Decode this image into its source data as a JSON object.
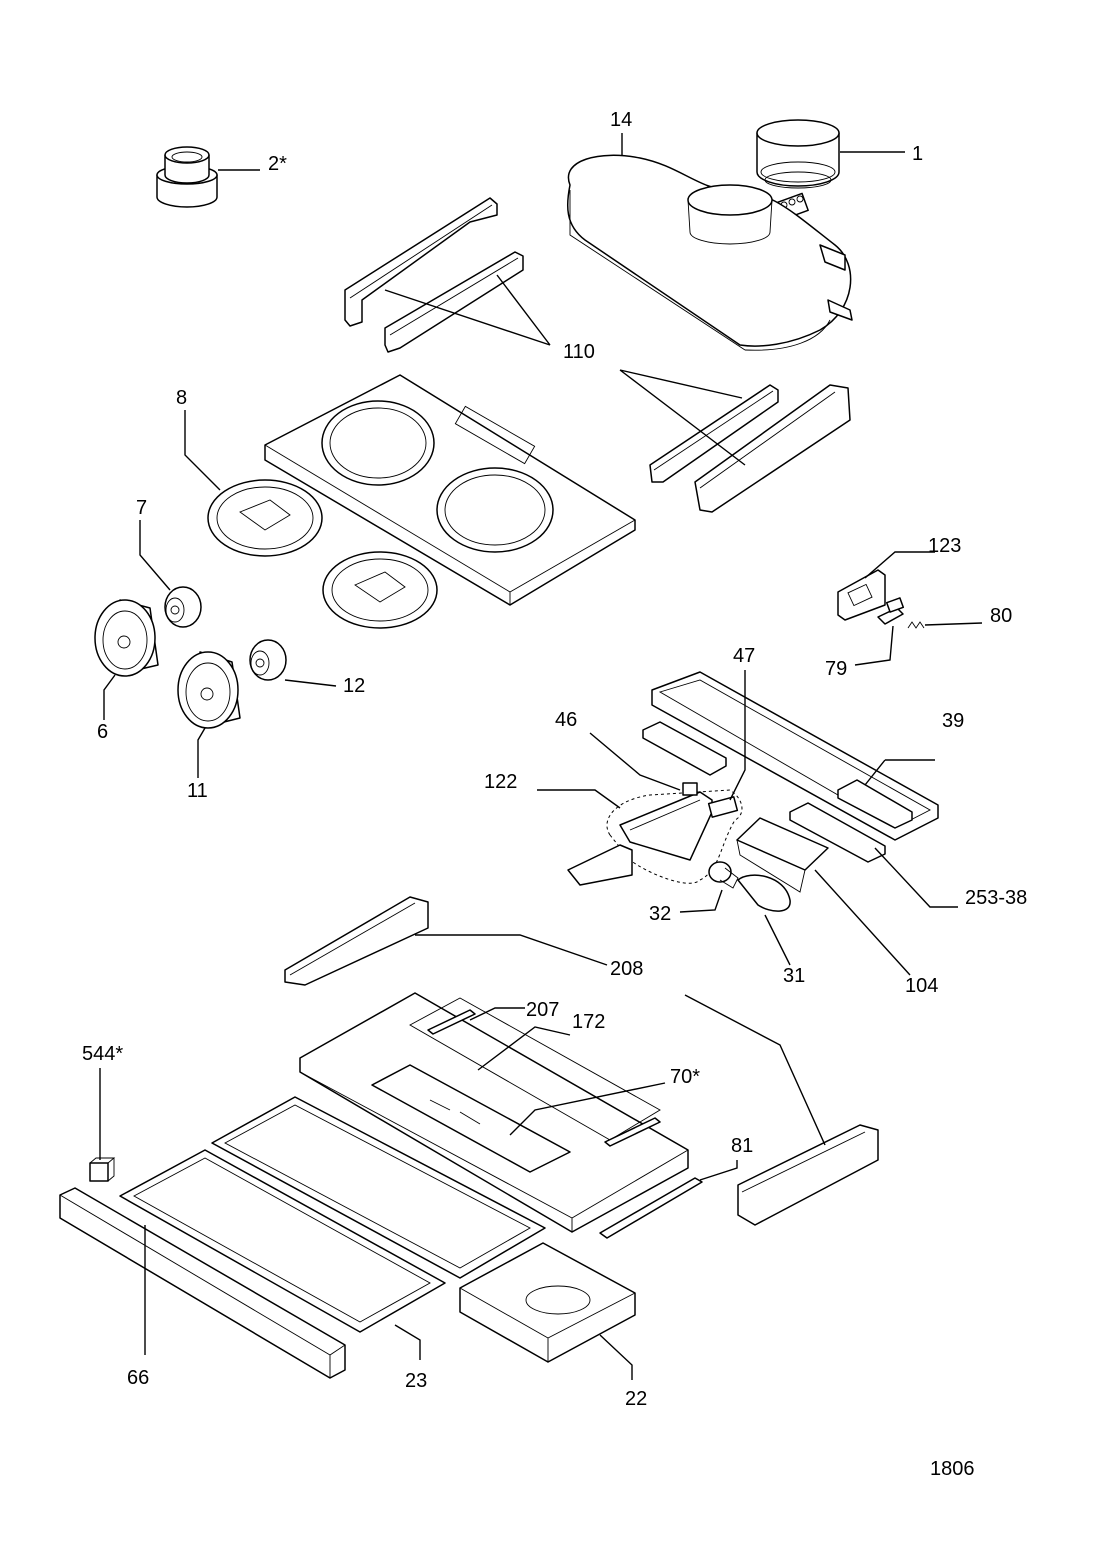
{
  "labels": {
    "p1": "1",
    "p2": "2*",
    "p14": "14",
    "p110": "110",
    "p8": "8",
    "p7": "7",
    "p6": "6",
    "p11": "11",
    "p12": "12",
    "p123": "123",
    "p80": "80",
    "p79": "79",
    "p47": "47",
    "p46": "46",
    "p39": "39",
    "p122": "122",
    "p253": "253-38",
    "p32": "32",
    "p31": "31",
    "p104": "104",
    "p208": "208",
    "p207": "207",
    "p172": "172",
    "p544": "544*",
    "p70": "70*",
    "p81": "81",
    "p66": "66",
    "p23": "23",
    "p22": "22",
    "drawing_number": "1806"
  }
}
